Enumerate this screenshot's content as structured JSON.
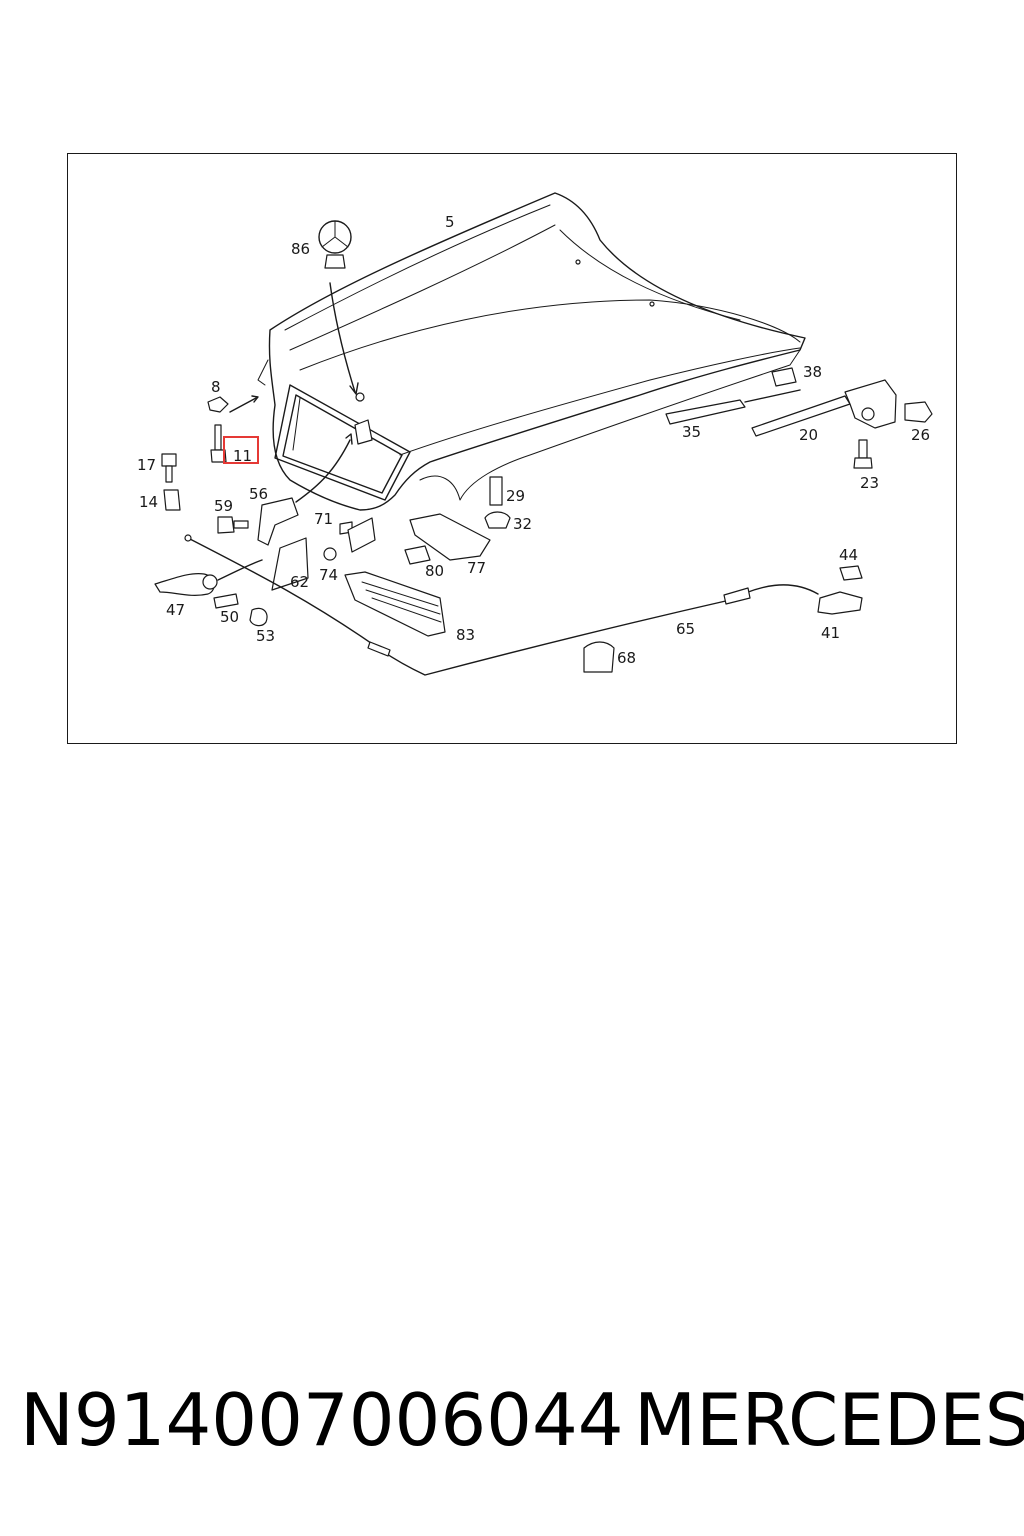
{
  "diagram": {
    "highlighted_part": "11",
    "callouts": {
      "c5": "5",
      "c86": "86",
      "c8": "8",
      "c11": "11",
      "c17": "17",
      "c14": "14",
      "c59": "59",
      "c56": "56",
      "c71": "71",
      "c74": "74",
      "c62": "62",
      "c47": "47",
      "c50": "50",
      "c53": "53",
      "c29": "29",
      "c32": "32",
      "c77": "77",
      "c80": "80",
      "c83": "83",
      "c35": "35",
      "c38": "38",
      "c20": "20",
      "c26": "26",
      "c23": "23",
      "c44": "44",
      "c41": "41",
      "c65": "65",
      "c68": "68"
    },
    "colors": {
      "line": "#1a1a1a",
      "highlight": "#e53935"
    }
  },
  "footer": {
    "part_number": "N914007006044",
    "brand": "MERCEDES"
  }
}
